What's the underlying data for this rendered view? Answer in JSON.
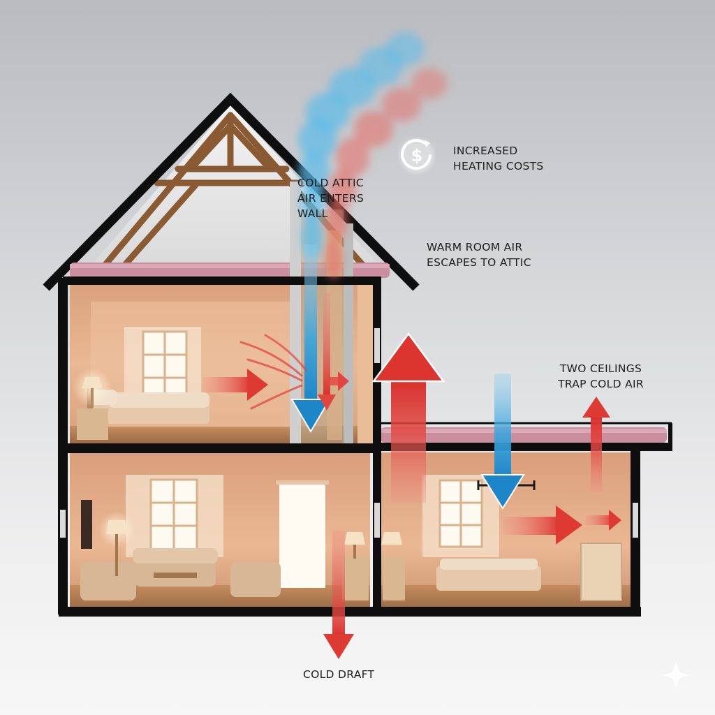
{
  "labels": {
    "costs": "INCREASED\nHEATING COSTS",
    "attic_air": "COLD ATTIC\nAIR ENTERS\nWALL",
    "warm_air": "WARM ROOM AIR\nESCAPES TO ATTIC",
    "two_ceilings": "TWO CEILINGS\nTRAP COLD AIR",
    "cold_draft": "COLD DRAFT"
  },
  "icons": {
    "cost": "dollar-up-arrow-icon",
    "cold_arrow": "blue-down-arrow-icon",
    "warm_arrow": "red-up-arrow-icon"
  },
  "colors": {
    "cold": "#3aa3dc",
    "warm": "#e2453f",
    "insulation": "#c98ea0",
    "wall_interior": "#e7b48e",
    "frame": "#0e0e0e",
    "truss": "#8a5a33"
  }
}
